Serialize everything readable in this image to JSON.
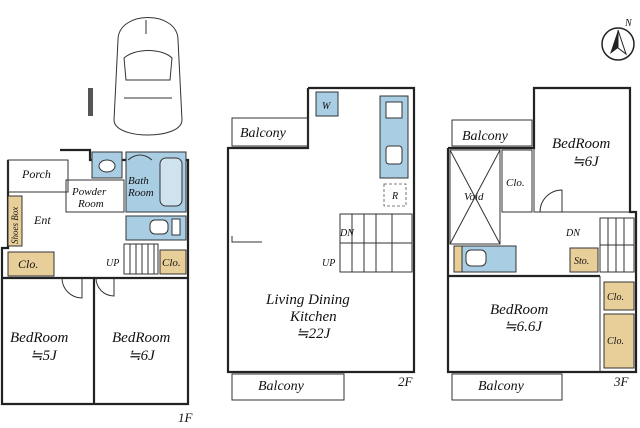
{
  "floors": {
    "f1": {
      "label": "1F",
      "rooms": {
        "porch": "Porch",
        "powder_room": [
          "Powder",
          "Room"
        ],
        "bath_room": [
          "Bath",
          "Room"
        ],
        "shoes_box": "Shoes Box",
        "ent": "Ent",
        "closet_left": "Clo.",
        "closet_right": "Clo.",
        "up": "UP",
        "bedroom_left": {
          "name": "BedRoom",
          "size": "≒5J"
        },
        "bedroom_right": {
          "name": "BedRoom",
          "size": "≒6J"
        }
      }
    },
    "f2": {
      "label": "2F",
      "rooms": {
        "balcony_top": "Balcony",
        "w": "W",
        "r": "R",
        "dn": "DN",
        "up": "UP",
        "ldk": {
          "name": [
            "Living Dining",
            "Kitchen"
          ],
          "size": "≒22J"
        },
        "balcony_bottom": "Balcony"
      }
    },
    "f3": {
      "label": "3F",
      "rooms": {
        "balcony_top": "Balcony",
        "bedroom_top": {
          "name": "BedRoom",
          "size": "≒6J"
        },
        "void": "Void",
        "closet_mid": "Clo.",
        "dn": "DN",
        "storage": "Sto.",
        "bedroom_bottom": {
          "name": "BedRoom",
          "size": "≒6.6J"
        },
        "closet_right_a": "Clo.",
        "closet_right_b": "Clo.",
        "balcony_bottom": "Balcony"
      }
    }
  },
  "compass": {
    "label": "N"
  },
  "colors": {
    "wet_area": "#a9cde3",
    "storage": "#e8cf9a",
    "wall": "#222222"
  }
}
